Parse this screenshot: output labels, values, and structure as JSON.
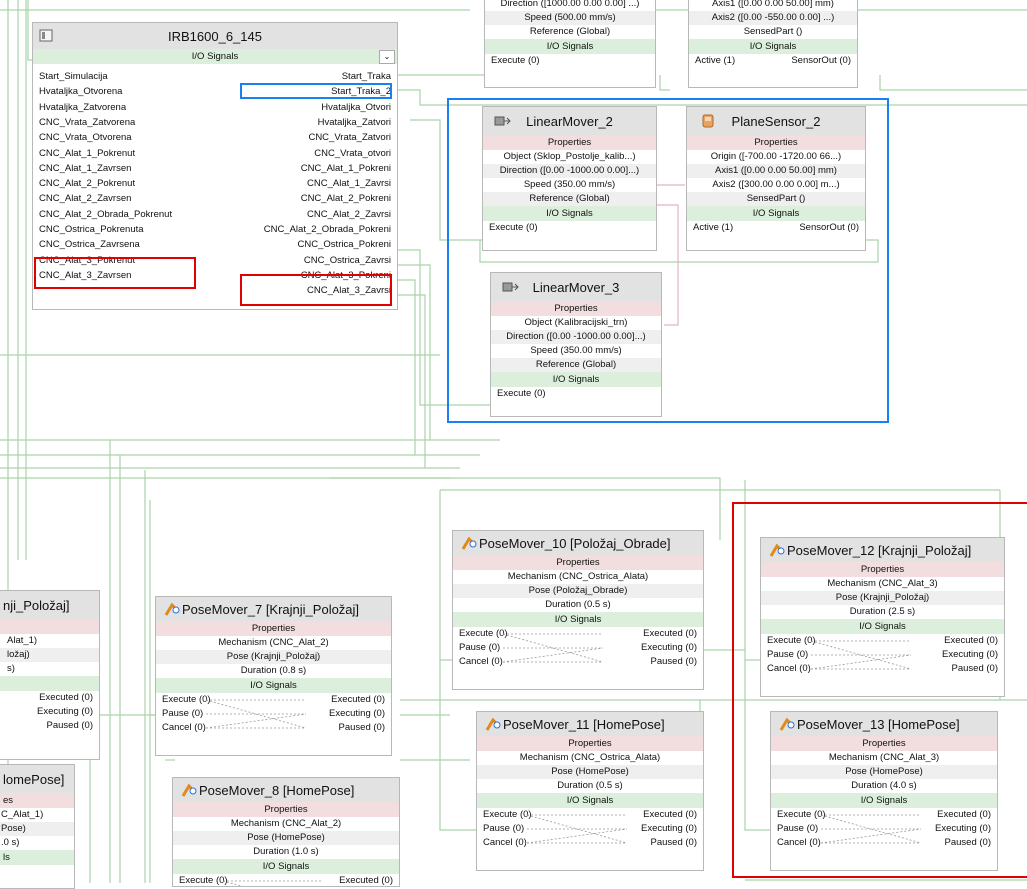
{
  "irb": {
    "title": "IRB1600_6_145",
    "io_label": "I/O Signals",
    "inputs": [
      "Start_Simulacija",
      "Hvataljka_Otvorena",
      "Hvataljka_Zatvorena",
      "CNC_Vrata_Zatvorena",
      "CNC_Vrata_Otvorena",
      "CNC_Alat_1_Pokrenut",
      "CNC_Alat_1_Zavrsen",
      "CNC_Alat_2_Pokrenut",
      "CNC_Alat_2_Zavrsen",
      "CNC_Alat_2_Obrada_Pokrenut",
      "CNC_Ostrica_Pokrenuta",
      "CNC_Ostrica_Zavrsena",
      "CNC_Alat_3_Pokrenut",
      "CNC_Alat_3_Zavrsen"
    ],
    "outputs": [
      "Start_Traka",
      "Start_Traka_2",
      "Hvataljka_Otvori",
      "Hvataljka_Zatvori",
      "CNC_Vrata_Zatvori",
      "CNC_Vrata_otvori",
      "CNC_Alat_1_Pokreni",
      "CNC_Alat_1_Zavrsi",
      "CNC_Alat_2_Pokreni",
      "CNC_Alat_2_Zavrsi",
      "CNC_Alat_2_Obrada_Pokreni",
      "CNC_Ostrica_Pokreni",
      "CNC_Ostrica_Zavrsi",
      "CNC_Alat_3_Pokreni",
      "CNC_Alat_3_Zavrsi"
    ]
  },
  "top_mover": {
    "direction": "Direction ([1000.00 0.00 0.00] ...)",
    "speed": "Speed (500.00 mm/s)",
    "reference": "Reference (Global)",
    "io_label": "I/O Signals",
    "execute": "Execute (0)"
  },
  "top_sensor": {
    "axis1": "Axis1 ([0.00 0.00 50.00] mm)",
    "axis2": "Axis2 ([0.00 -550.00 0.00] ...)",
    "sensed": "SensedPart ()",
    "io_label": "I/O Signals",
    "active": "Active (1)",
    "sensorout": "SensorOut (0)"
  },
  "linearmover2": {
    "title": "LinearMover_2",
    "props_label": "Properties",
    "object": "Object (Sklop_Postolje_kalib...)",
    "direction": "Direction ([0.00 -1000.00 0.00]...)",
    "speed": "Speed (350.00 mm/s)",
    "reference": "Reference (Global)",
    "io_label": "I/O Signals",
    "execute": "Execute (0)"
  },
  "planesensor2": {
    "title": "PlaneSensor_2",
    "props_label": "Properties",
    "origin": "Origin ([-700.00 -1720.00 66...)",
    "axis1": "Axis1 ([0.00 0.00 50.00] mm)",
    "axis2": "Axis2 ([300.00 0.00 0.00] m...)",
    "sensed": "SensedPart ()",
    "io_label": "I/O Signals",
    "active": "Active (1)",
    "sensorout": "SensorOut (0)"
  },
  "linearmover3": {
    "title": "LinearMover_3",
    "props_label": "Properties",
    "object": "Object (Kalibracijski_trn)",
    "direction": "Direction ([0.00 -1000.00 0.00]...)",
    "speed": "Speed (350.00 mm/s)",
    "reference": "Reference (Global)",
    "io_label": "I/O Signals",
    "execute": "Execute (0)"
  },
  "posemovers": [
    {
      "title": "PoseMover_10 [Položaj_Obrade]",
      "mechanism": "Mechanism (CNC_Ostrica_Alata)",
      "pose": "Pose (Položaj_Obrade)",
      "duration": "Duration (0.5 s)"
    },
    {
      "title": "PoseMover_12 [Krajnji_Položaj]",
      "mechanism": "Mechanism (CNC_Alat_3)",
      "pose": "Pose (Krajnji_Položaj)",
      "duration": "Duration (2.5 s)"
    },
    {
      "title": "PoseMover_7 [Krajnji_Položaj]",
      "mechanism": "Mechanism (CNC_Alat_2)",
      "pose": "Pose (Krajnji_Položaj)",
      "duration": "Duration (0.8 s)"
    },
    {
      "title": "PoseMover_11 [HomePose]",
      "mechanism": "Mechanism (CNC_Ostrica_Alata)",
      "pose": "Pose (HomePose)",
      "duration": "Duration (0.5 s)"
    },
    {
      "title": "PoseMover_13 [HomePose]",
      "mechanism": "Mechanism (CNC_Alat_3)",
      "pose": "Pose (HomePose)",
      "duration": "Duration (4.0 s)"
    },
    {
      "title": "PoseMover_8 [HomePose]",
      "mechanism": "Mechanism (CNC_Alat_2)",
      "pose": "Pose (HomePose)",
      "duration": "Duration (1.0 s)"
    }
  ],
  "pose_common": {
    "props_label": "Properties",
    "io_label": "I/O Signals",
    "execute": "Execute (0)",
    "pause": "Pause (0)",
    "cancel": "Cancel (0)",
    "executed": "Executed (0)",
    "executing": "Executing (0)",
    "paused": "Paused (0)"
  },
  "clipped_left_1": {
    "title": "nji_Položaj]",
    "mech": "Alat_1)",
    "pose": "ložaj)",
    "dur": "s)",
    "executed": "Executed (0)",
    "executing": "Executing (0)",
    "paused": "Paused (0)"
  },
  "clipped_left_2": {
    "title": "lomePose]",
    "props": "es",
    "mech": "C_Alat_1)",
    "pose": "Pose)",
    "dur": ".0 s)",
    "io": "ls"
  },
  "colors": {
    "wire_green": "#a9d3a9",
    "wire_pink": "#e3b4be",
    "highlight_red": "#e00000",
    "highlight_blue": "#1a7ff0",
    "header_gray": "#e2e2e2",
    "props_pink": "#f2dede",
    "io_green": "#dcefdc"
  }
}
